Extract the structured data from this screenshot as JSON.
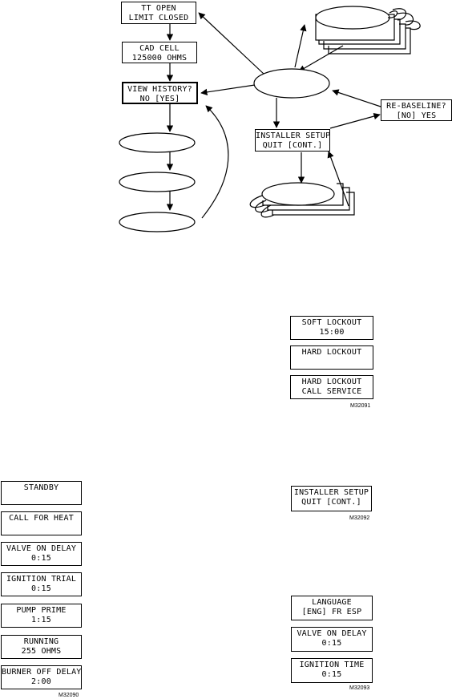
{
  "flowchart": {
    "tt_open": [
      "TT OPEN",
      "LIMIT CLOSED"
    ],
    "cad_cell": [
      "CAD CELL",
      "125000 OHMS"
    ],
    "view_history": [
      "VIEW HISTORY?",
      "NO    [YES]"
    ],
    "installer_setup": [
      "INSTALLER SETUP",
      "QUIT    [CONT.]"
    ],
    "re_baseline": [
      "RE-BASELINE?",
      "[NO]     YES"
    ]
  },
  "lockout_panel": {
    "soft_lockout": [
      "SOFT LOCKOUT",
      "15:00"
    ],
    "hard_lockout": [
      "HARD LOCKOUT",
      ""
    ],
    "hard_lockout_call": [
      "HARD LOCKOUT",
      "CALL SERVICE"
    ],
    "figure_id": "M32091"
  },
  "sequence_panel": {
    "standby": [
      "STANDBY",
      ""
    ],
    "call_for_heat": [
      "CALL FOR HEAT",
      ""
    ],
    "valve_on_delay": [
      "VALVE ON DELAY",
      "0:15"
    ],
    "ignition_trial": [
      "IGNITION TRIAL",
      "0:15"
    ],
    "pump_prime": [
      "PUMP PRIME",
      "1:15"
    ],
    "running": [
      "RUNNING",
      "255 OHMS"
    ],
    "burner_off_delay": [
      "BURNER OFF DELAY",
      "2:00"
    ],
    "figure_id": "M32090"
  },
  "installer_panel": {
    "installer_setup": [
      "INSTALLER SETUP",
      "QUIT    [CONT.]"
    ],
    "figure_id": "M32092"
  },
  "settings_panel": {
    "language": [
      "LANGUAGE",
      "[ENG] FR ESP"
    ],
    "valve_on_delay": [
      "VALVE ON DELAY",
      "0:15"
    ],
    "ignition_time": [
      "IGNITION TIME",
      "0:15"
    ],
    "figure_id": "M32093"
  }
}
